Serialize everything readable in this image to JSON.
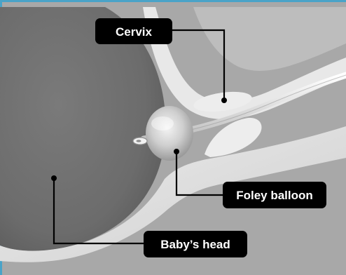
{
  "colors": {
    "background": "#a8a8a8",
    "frame_top": "#4aa3c8",
    "baby_head": "#707070",
    "tissue_light": "#e6e6e6",
    "tissue_mid": "#cfcfcf",
    "label_bg": "#000000",
    "label_text": "#ffffff"
  },
  "labels": {
    "cervix": "Cervix",
    "foley_balloon": "Foley balloon",
    "babys_head": "Baby’s head"
  },
  "icons": {
    "catheter": "foley-catheter",
    "balloon": "inflated-balloon"
  }
}
